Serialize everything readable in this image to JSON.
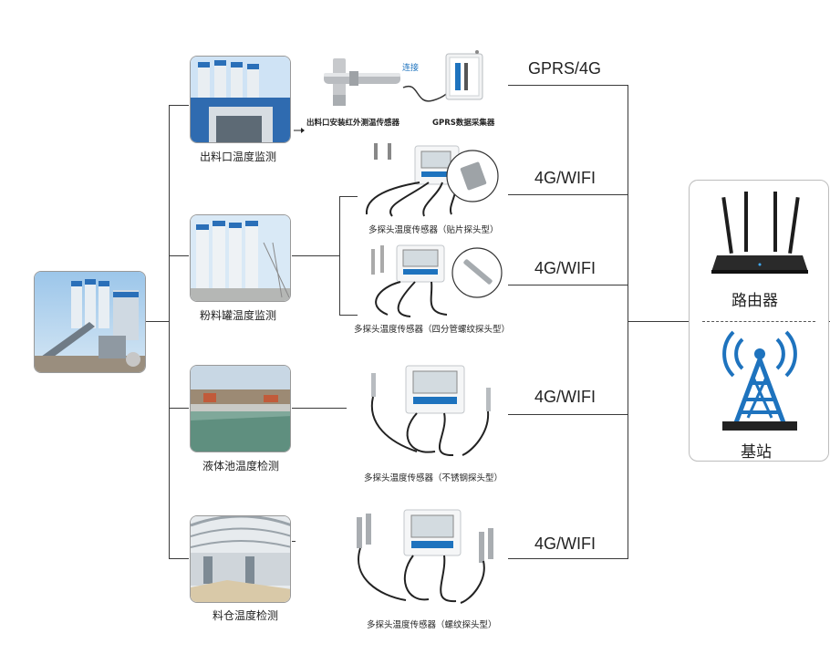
{
  "sites": [
    {
      "label": "出料口温度监测"
    },
    {
      "label": "粉料罐温度监测"
    },
    {
      "label": "液体池温度检测"
    },
    {
      "label": "料仓温度检测"
    }
  ],
  "devices": [
    {
      "label": "出料口安装红外测温传感器"
    },
    {
      "label": "GPRS数据采集器"
    },
    {
      "label": "多探头温度传感器（贴片探头型）"
    },
    {
      "label": "多探头温度传感器（四分管螺纹探头型）"
    },
    {
      "label": "多探头温度传感器（不锈钢探头型）"
    },
    {
      "label": "多探头温度传感器（螺纹探头型）"
    }
  ],
  "connect_label": "连接",
  "links": [
    "GPRS/4G",
    "4G/WIFI",
    "4G/WIFI",
    "4G/WIFI",
    "4G/WIFI"
  ],
  "network": {
    "router_label": "路由器",
    "base_station_label": "基站"
  },
  "colors": {
    "line": "#3a3a3a",
    "accent_blue": "#1e73be"
  }
}
